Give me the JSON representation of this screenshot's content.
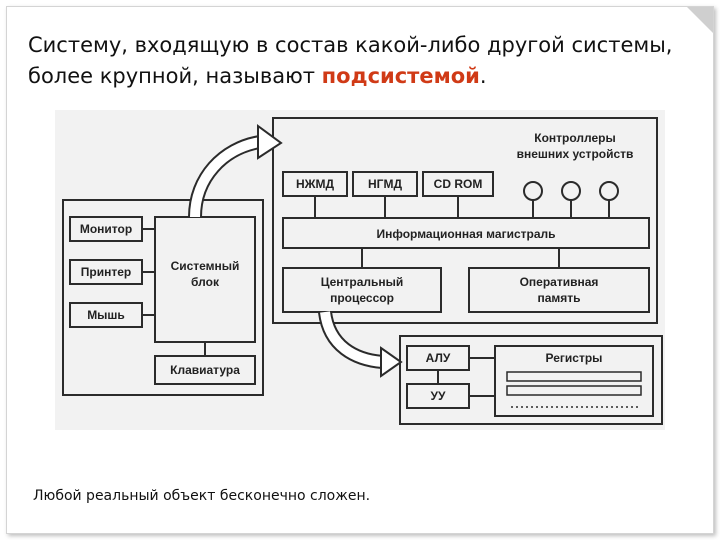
{
  "slide": {
    "title_part1": "Систему, входящую в состав какой-либо другой системы, более крупной, называют ",
    "title_highlight": "подсистемой",
    "title_end": ".",
    "caption": "Любой реальный объект бесконечно сложен.",
    "highlight_color": "#d03a16"
  },
  "diagram": {
    "monitor": "Монитор",
    "printer": "Принтер",
    "mouse": "Мышь",
    "system_unit_line1": "Системный",
    "system_unit_line2": "блок",
    "keyboard": "Клавиатура",
    "controllers_line1": "Контроллеры",
    "controllers_line2": "внешних устройств",
    "hdd": "НЖМД",
    "fdd": "НГМД",
    "cdrom": "CD ROM",
    "bus": "Информационная магистраль",
    "cpu_line1": "Центральный",
    "cpu_line2": "процессор",
    "ram_line1": "Оперативная",
    "ram_line2": "память",
    "alu": "АЛУ",
    "registers": "Регистры",
    "cu": "УУ"
  }
}
